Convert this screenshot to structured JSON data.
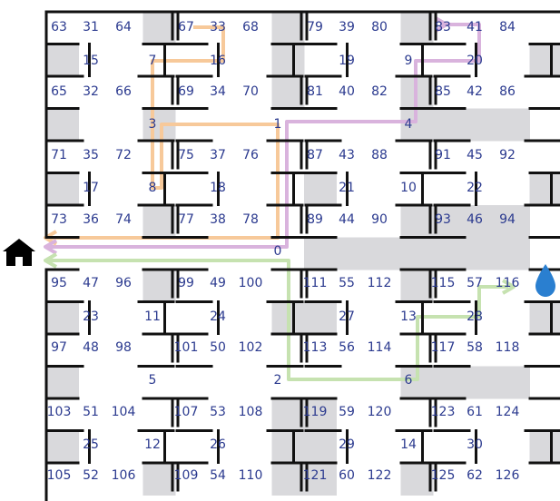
{
  "colors": {
    "background": "#ffffff",
    "blocked": "#d9d9dc",
    "wall": "#111111",
    "label": "#2b3a8f",
    "path_orange": "#f7c99a",
    "path_purple": "#d9b3dd",
    "path_green": "#c6e2b0",
    "water": "#2a7fd0",
    "home": "#000000"
  },
  "icons": {
    "home": "home-icon",
    "water": "water-drop-icon"
  },
  "labels": [
    "63",
    "31",
    "64",
    "67",
    "33",
    "68",
    "79",
    "39",
    "80",
    "83",
    "41",
    "84",
    "15",
    "7",
    "16",
    "19",
    "9",
    "20",
    "65",
    "32",
    "66",
    "69",
    "34",
    "70",
    "81",
    "40",
    "82",
    "85",
    "42",
    "86",
    "3",
    "1",
    "4",
    "71",
    "35",
    "72",
    "75",
    "37",
    "76",
    "87",
    "43",
    "88",
    "91",
    "45",
    "92",
    "17",
    "8",
    "18",
    "21",
    "10",
    "22",
    "73",
    "36",
    "74",
    "77",
    "38",
    "78",
    "89",
    "44",
    "90",
    "93",
    "46",
    "94",
    "0",
    "95",
    "47",
    "96",
    "99",
    "49",
    "100",
    "111",
    "55",
    "112",
    "115",
    "57",
    "116",
    "23",
    "11",
    "24",
    "27",
    "13",
    "28",
    "97",
    "48",
    "98",
    "101",
    "50",
    "102",
    "113",
    "56",
    "114",
    "117",
    "58",
    "118",
    "5",
    "2",
    "6",
    "103",
    "51",
    "104",
    "107",
    "53",
    "108",
    "119",
    "59",
    "120",
    "123",
    "61",
    "124",
    "25",
    "12",
    "26",
    "29",
    "14",
    "30",
    "105",
    "52",
    "106",
    "109",
    "54",
    "110",
    "121",
    "60",
    "122",
    "125",
    "62",
    "126"
  ]
}
